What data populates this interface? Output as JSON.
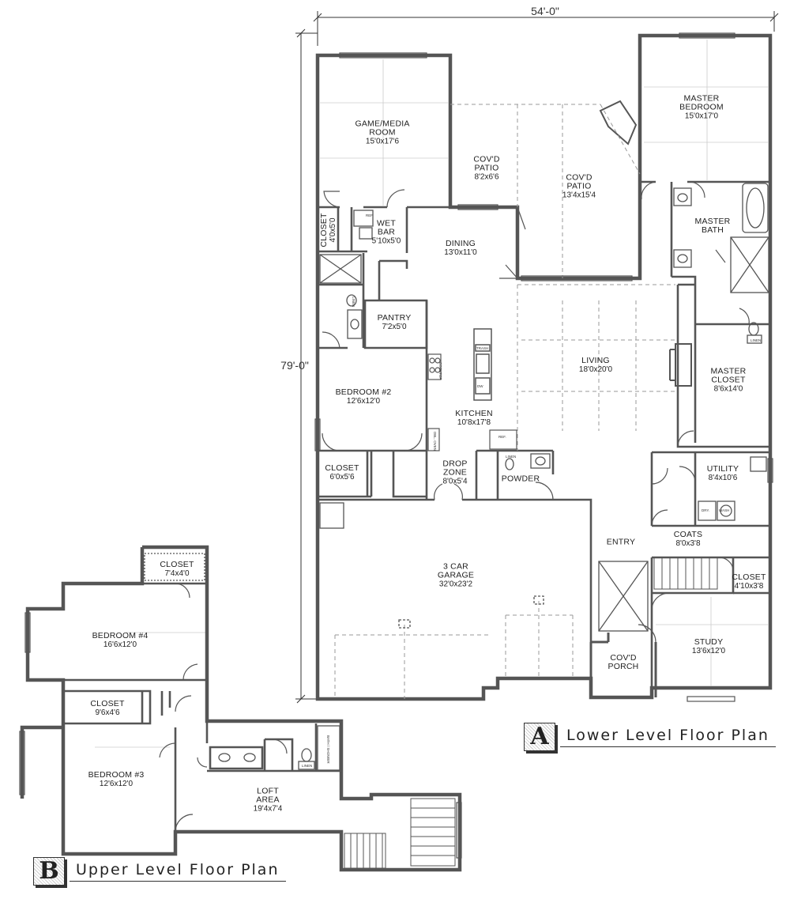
{
  "dimensions": {
    "width": "54'-0\"",
    "depth": "79'-0\""
  },
  "rooms": {
    "game_media": {
      "title": "GAME/MEDIA",
      "title2": "ROOM",
      "dims": "15'0x17'6"
    },
    "covd_patio_small": {
      "title": "COV'D",
      "title2": "PATIO",
      "dims": "8'2x6'6"
    },
    "covd_patio_large": {
      "title": "COV'D",
      "title2": "PATIO",
      "dims": "13'4x15'4"
    },
    "master_bedroom": {
      "title": "MASTER",
      "title2": "BEDROOM",
      "dims": "15'0x17'0"
    },
    "closet_lower_left": {
      "title": "CLOSET",
      "dims": "4'0x5'0"
    },
    "wet_bar": {
      "title": "WET",
      "title2": "BAR",
      "dims": "5'10x5'0"
    },
    "dining": {
      "title": "DINING",
      "dims": "13'0x11'0"
    },
    "master_bath": {
      "title": "MASTER",
      "title2": "BATH"
    },
    "pantry": {
      "title": "PANTRY",
      "dims": "7'2x5'0"
    },
    "living": {
      "title": "LIVING",
      "dims": "18'0x20'0"
    },
    "master_closet": {
      "title": "MASTER",
      "title2": "CLOSET",
      "dims": "8'6x14'0"
    },
    "bedroom2": {
      "title": "BEDROOM #2",
      "dims": "12'6x12'0"
    },
    "kitchen": {
      "title": "KITCHEN",
      "dims": "10'8x17'8"
    },
    "closet_bed2": {
      "title": "CLOSET",
      "dims": "6'0x5'6"
    },
    "drop_zone": {
      "title": "DROP",
      "title2": "ZONE",
      "dims": "8'0x5'4"
    },
    "powder": {
      "title": "POWDER"
    },
    "utility": {
      "title": "UTILITY",
      "dims": "8'4x10'6"
    },
    "entry": {
      "title": "ENTRY"
    },
    "coats": {
      "title": "COATS",
      "dims": "8'0x3'8"
    },
    "garage": {
      "title": "3 CAR",
      "title2": "GARAGE",
      "dims": "32'0x23'2"
    },
    "closet_study": {
      "title": "CLOSET",
      "dims": "4'10x3'8"
    },
    "study": {
      "title": "STUDY",
      "dims": "13'6x12'0"
    },
    "covd_porch": {
      "title": "COV'D",
      "title2": "PORCH"
    },
    "closet_bed4": {
      "title": "CLOSET",
      "dims": "7'4x4'0"
    },
    "bedroom4": {
      "title": "BEDROOM #4",
      "dims": "16'6x12'0"
    },
    "closet_bed3": {
      "title": "CLOSET",
      "dims": "9'6x4'6"
    },
    "bedroom3": {
      "title": "BEDROOM #3",
      "dims": "12'6x12'0"
    },
    "loft": {
      "title": "LOFT",
      "title2": "AREA",
      "dims": "19'4x7'4"
    }
  },
  "fixtures": {
    "trash": "TRASH",
    "dw": "DW",
    "ref": "REF.",
    "ref_small": "REF",
    "cooktop": "COOKTOP",
    "oven": "DBL. OVEN",
    "linen": "LINEN",
    "dry": "DRY.",
    "wash": "WASH",
    "bath_shower": "BATH / SHOWER"
  },
  "legends": {
    "lower": {
      "mark": "A",
      "title": "Lower Level Floor Plan"
    },
    "upper": {
      "mark": "B",
      "title": "Upper Level Floor Plan"
    }
  }
}
